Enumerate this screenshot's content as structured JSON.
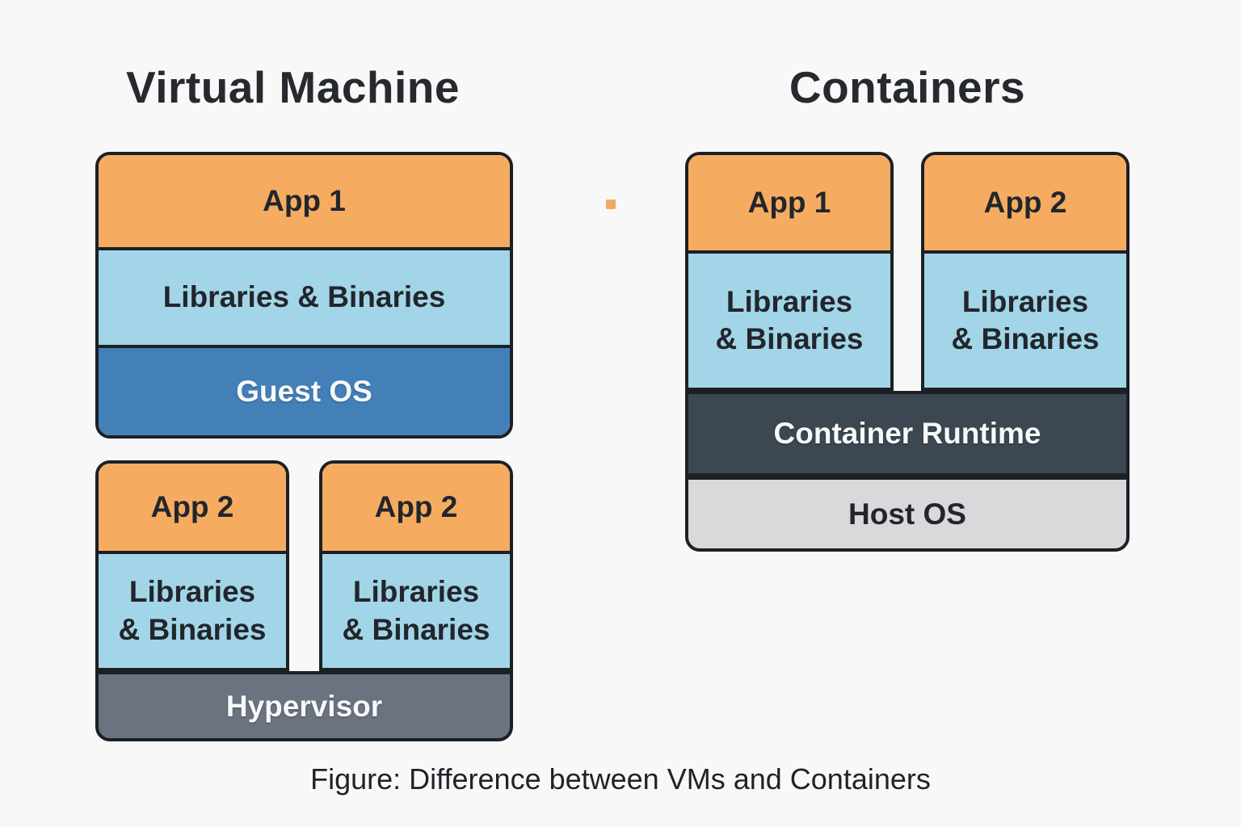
{
  "colors": {
    "background": "#f8f8f8",
    "app_orange": "#f6ac60",
    "libraries_blue": "#a2d5e7",
    "guest_os_blue": "#4380b8",
    "hypervisor_gray": "#6b7380",
    "container_runtime_dark": "#3c4751",
    "host_os_gray": "#d9d9db",
    "border_dark": "#1c2026",
    "accent_dot_orange": "#f2a963"
  },
  "vm": {
    "title": "Virtual Machine",
    "main_stack": {
      "app": "App 1",
      "libs": "Libraries & Binaries",
      "guest_os": "Guest OS"
    },
    "app_boxes": [
      {
        "app": "App 2",
        "libs_line1": "Libraries",
        "libs_line2": "& Binaries"
      },
      {
        "app": "App 2",
        "libs_line1": "Libraries",
        "libs_line2": "& Binaries"
      }
    ],
    "hypervisor": "Hypervisor"
  },
  "containers": {
    "title": "Containers",
    "app_boxes": [
      {
        "app": "App 1",
        "libs_line1": "Libraries",
        "libs_line2": "& Binaries"
      },
      {
        "app": "App 2",
        "libs_line1": "Libraries",
        "libs_line2": "& Binaries"
      }
    ],
    "runtime": "Container Runtime",
    "host_os": "Host OS"
  },
  "caption": "Figure: Difference between VMs and Containers"
}
